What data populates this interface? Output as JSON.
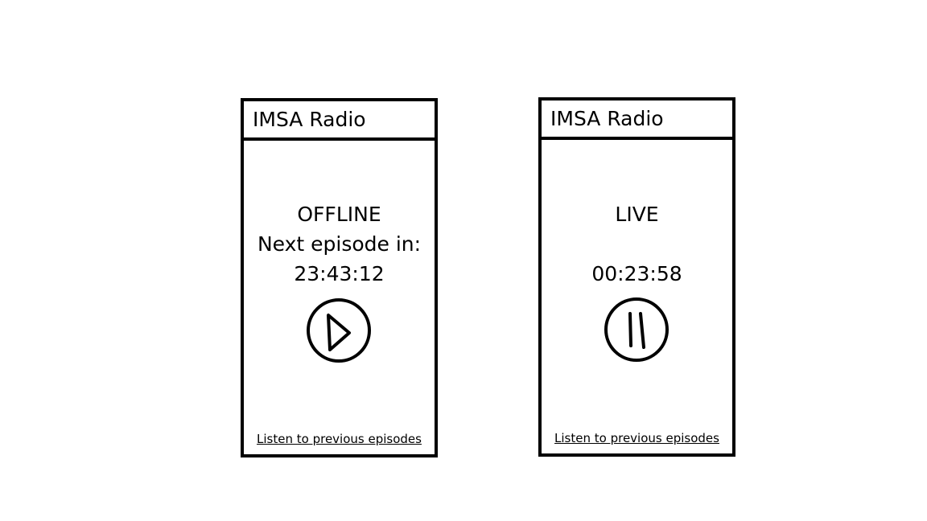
{
  "screens": {
    "offline": {
      "title": "IMSA Radio",
      "status": "OFFLINE",
      "next_label": "Next episode in:",
      "countdown": "23:43:12",
      "control_icon": "play-icon",
      "footer_link": "Listen to previous episodes"
    },
    "live": {
      "title": "IMSA Radio",
      "status": "LIVE",
      "elapsed": "00:23:58",
      "control_icon": "pause-icon",
      "footer_link": "Listen to previous episodes"
    }
  }
}
